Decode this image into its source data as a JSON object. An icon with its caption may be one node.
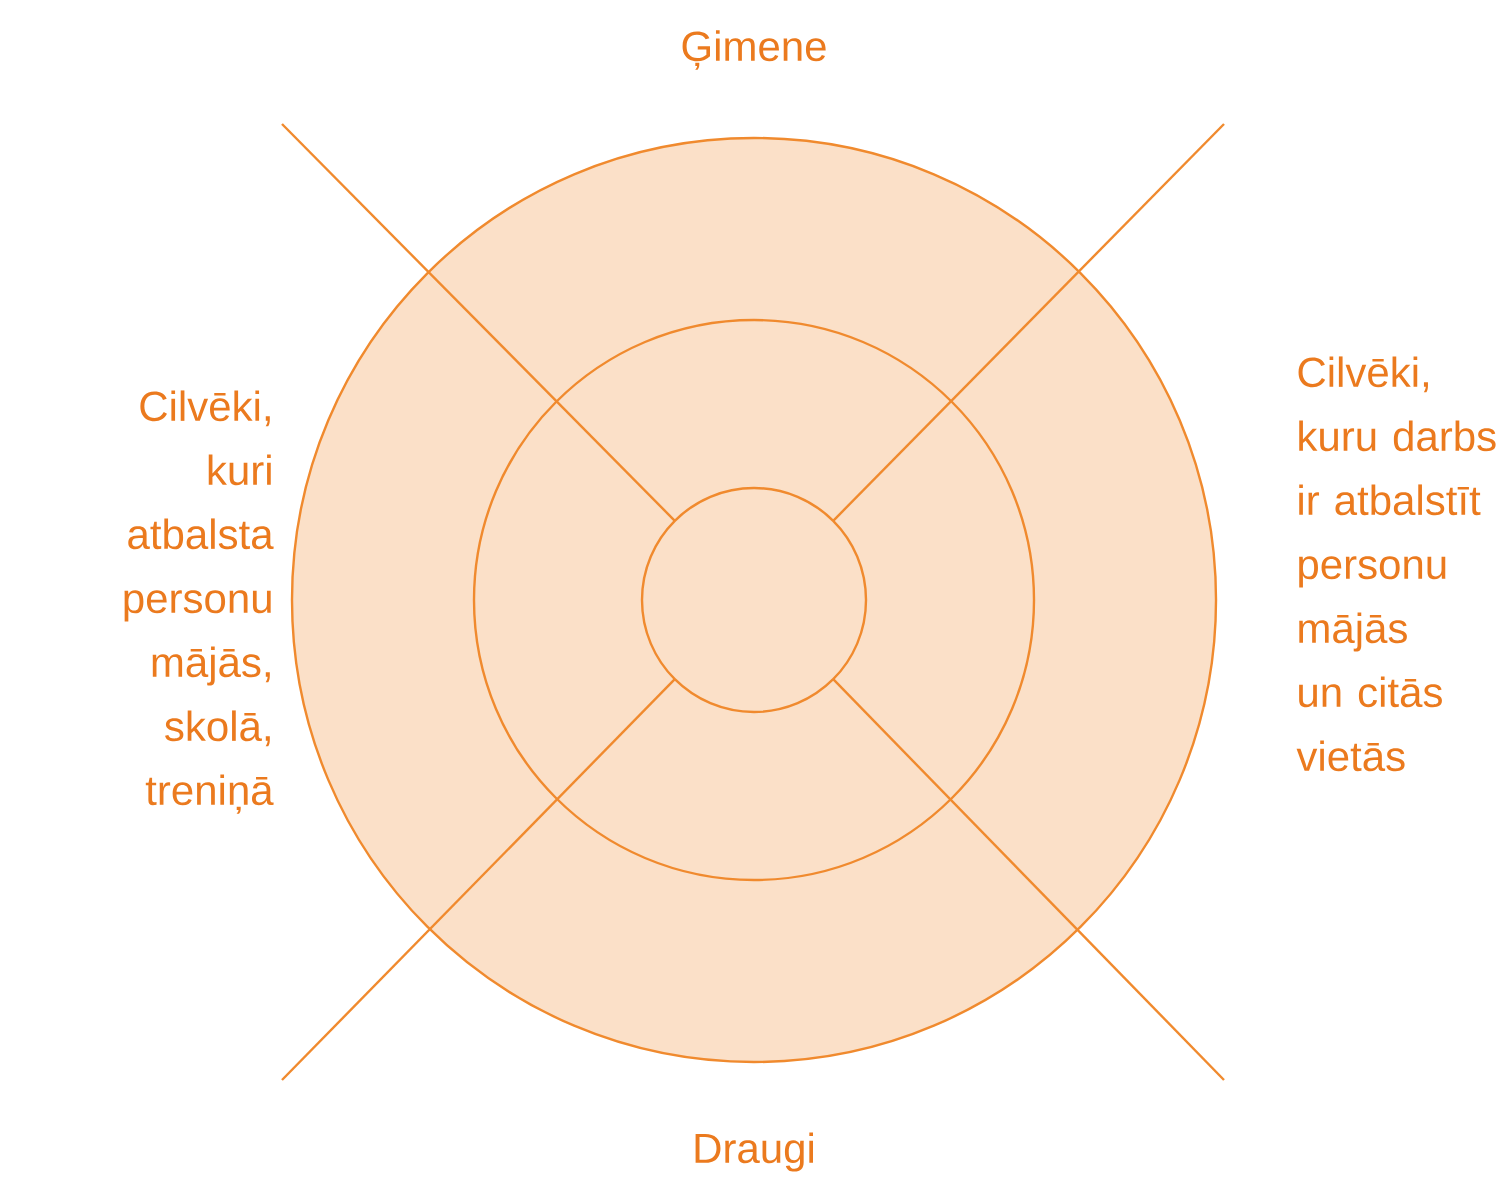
{
  "diagram": {
    "labels": [
      "Ģimene",
      "Cilvēki, kuri atbalsta personu mājās, skolā, treniņā",
      "Cilvēki, kuru darbs ir atbalstīt personu mājās un citās vietās",
      "Draugi"
    ]
  }
}
